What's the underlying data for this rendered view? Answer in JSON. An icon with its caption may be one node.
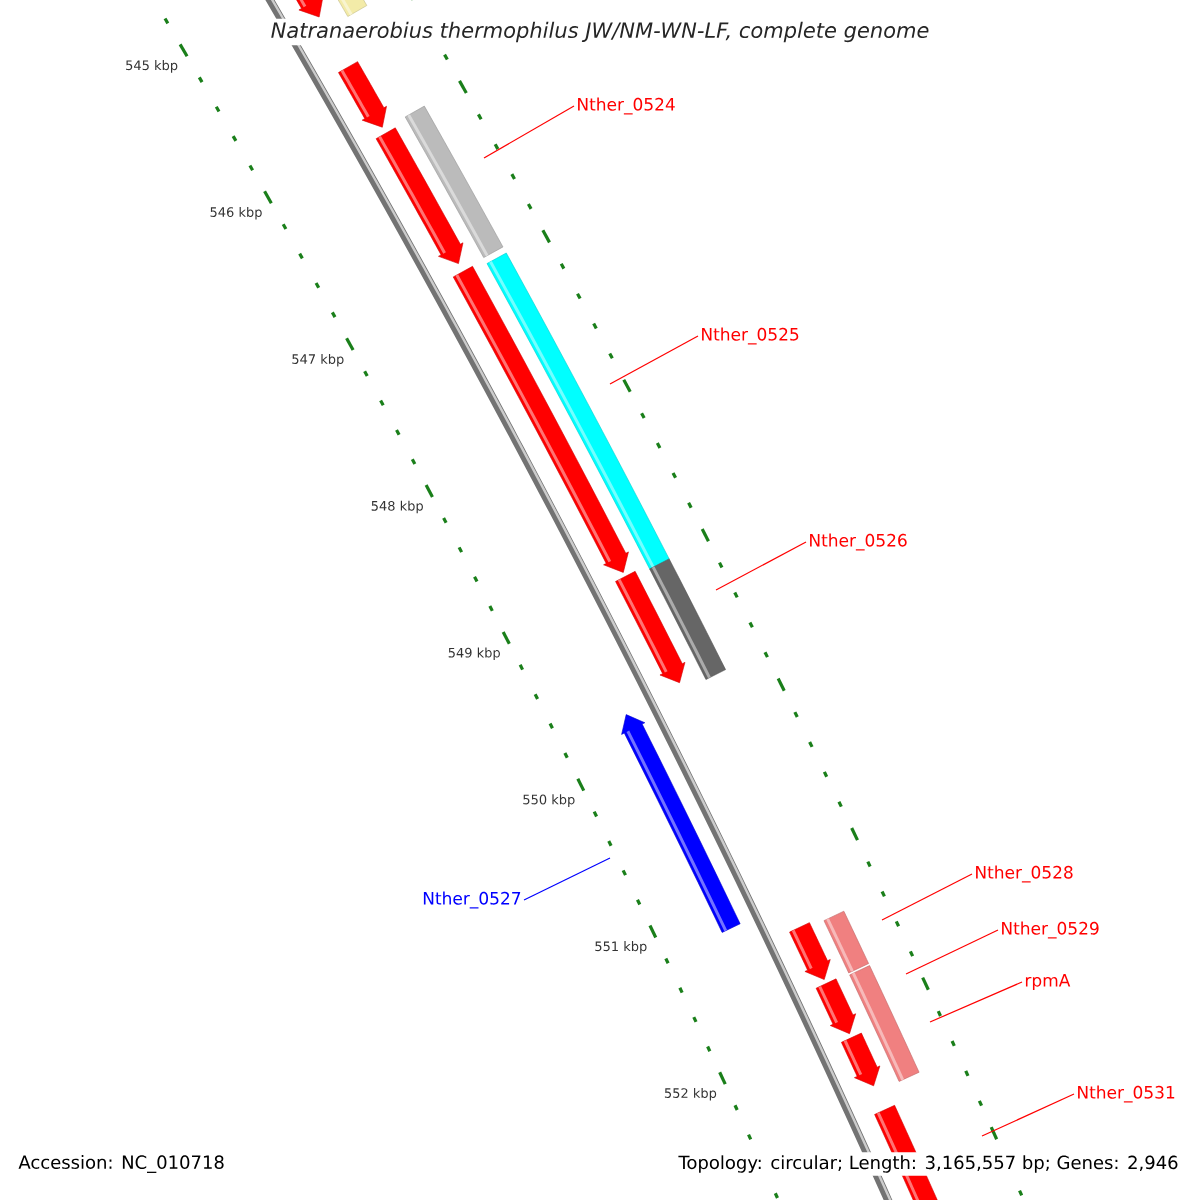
{
  "diagram": {
    "title": "Natranaerobius thermophilus JW/NM-WN-LF, complete genome",
    "nodes": [
      {
        "text": [
          "Nther_0524"
        ]
      },
      {
        "text": [
          "Nther_0525"
        ]
      },
      {
        "text": [
          "Nther_0526"
        ]
      },
      {
        "text": [
          "Nther_0527"
        ]
      },
      {
        "text": [
          "Nther_0528"
        ]
      },
      {
        "text": [
          "Nther_0529"
        ]
      },
      {
        "text": [
          "rpmA"
        ]
      },
      {
        "text": [
          "Nther_0531"
        ]
      }
    ],
    "edges": [
      {
        "from": 0,
        "to": null,
        "arrow": "none"
      },
      {
        "from": 1,
        "to": null,
        "arrow": "none"
      },
      {
        "from": 2,
        "to": null,
        "arrow": "none"
      },
      {
        "from": 3,
        "to": null,
        "arrow": "none",
        "color": "#0000ff"
      },
      {
        "from": 4,
        "to": null,
        "arrow": "none"
      },
      {
        "from": 5,
        "to": null,
        "arrow": "none"
      },
      {
        "from": 6,
        "to": null,
        "arrow": "none"
      },
      {
        "from": 7,
        "to": null,
        "arrow": "none"
      }
    ],
    "labels": [
      "545 kbp",
      "546 kbp",
      "547 kbp",
      "548 kbp",
      "549 kbp",
      "550 kbp",
      "551 kbp",
      "552 kbp",
      "Accession: NC_010718",
      "Topology: circular; Length: 3,165,557 bp; Genes: 2,946"
    ]
  }
}
